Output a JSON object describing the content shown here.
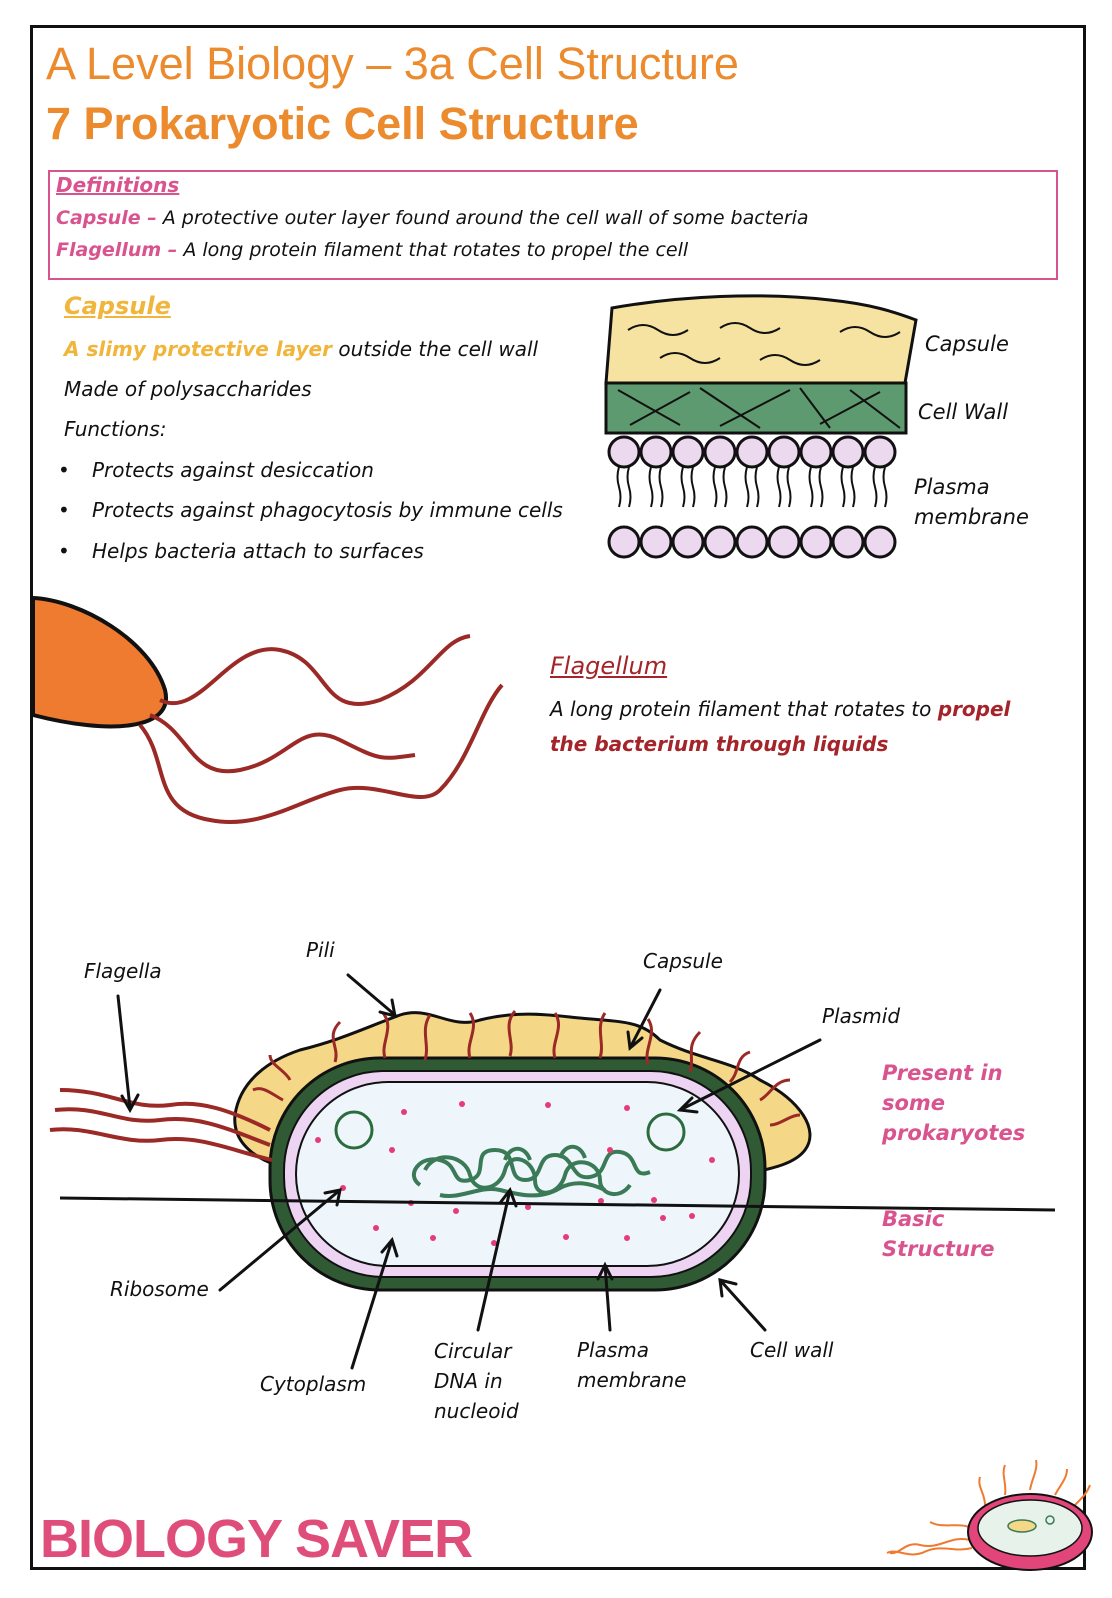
{
  "header": {
    "title": "A Level Biology – 3a Cell Structure",
    "subtitle": "7 Prokaryotic Cell Structure"
  },
  "definitions": {
    "heading": "Definitions",
    "items": [
      {
        "term": "Capsule –",
        "text": "A protective outer layer found around the cell wall of some bacteria"
      },
      {
        "term": "Flagellum –",
        "text": "A long protein filament that rotates to propel the cell"
      }
    ]
  },
  "capsule": {
    "heading": "Capsule",
    "line1_highlight": "A slimy protective layer",
    "line1_rest": "outside the cell wall",
    "line2": "Made of polysaccharides",
    "functions_label": "Functions:",
    "bullets": [
      "Protects against desiccation",
      "Protects against phagocytosis by immune cells",
      "Helps bacteria attach to surfaces"
    ]
  },
  "layers_diagram": {
    "labels": [
      "Capsule",
      "Cell Wall",
      "Plasma",
      "membrane"
    ],
    "colors": {
      "capsule": "#f7e3a1",
      "wall": "#5e9a6f",
      "phospholipid_head": "#ecd8ef"
    }
  },
  "flagellum": {
    "heading": "Flagellum",
    "line1_start": "A long protein filament that rotates to",
    "line1_highlight": "propel",
    "line2_highlight": "the bacterium through liquids"
  },
  "cell_diagram": {
    "labels": {
      "flagella": "Flagella",
      "pili": "Pili",
      "capsule": "Capsule",
      "plasmid": "Plasmid",
      "ribosome": "Ribosome",
      "cytoplasm": "Cytoplasm",
      "dna_1": "Circular",
      "dna_2": "DNA in",
      "dna_3": "nucleoid",
      "membrane_1": "Plasma",
      "membrane_2": "membrane",
      "cell_wall": "Cell wall"
    },
    "side_notes": {
      "present_1": "Present in",
      "present_2": "some",
      "present_3": "prokaryotes",
      "basic_1": "Basic",
      "basic_2": "Structure"
    }
  },
  "footer": {
    "logo_text": "BIOLOGY SAVER"
  }
}
